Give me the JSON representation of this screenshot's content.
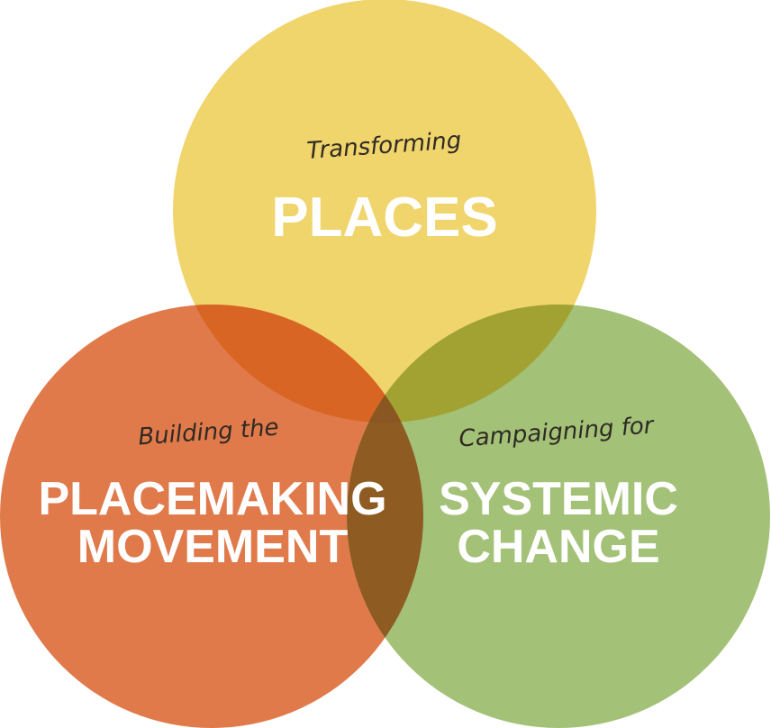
{
  "colors": {
    "yellow": "#f0d46c",
    "orange": "#e07a4b",
    "green": "#a3c177",
    "yellow_orange_overlap": "#d96524",
    "yellow_green_overlap": "#a2a232",
    "orange_green_overlap": "#8e5b22",
    "center_overlap": "#8a5622"
  },
  "circles": {
    "top": {
      "subtitle": "Transforming",
      "title": "PLACES"
    },
    "left": {
      "subtitle": "Building the",
      "title_line1": "PLACEMAKING",
      "title_line2": "MOVEMENT"
    },
    "right": {
      "subtitle": "Campaigning for",
      "title_line1": "SYSTEMIC",
      "title_line2": "CHANGE"
    }
  }
}
